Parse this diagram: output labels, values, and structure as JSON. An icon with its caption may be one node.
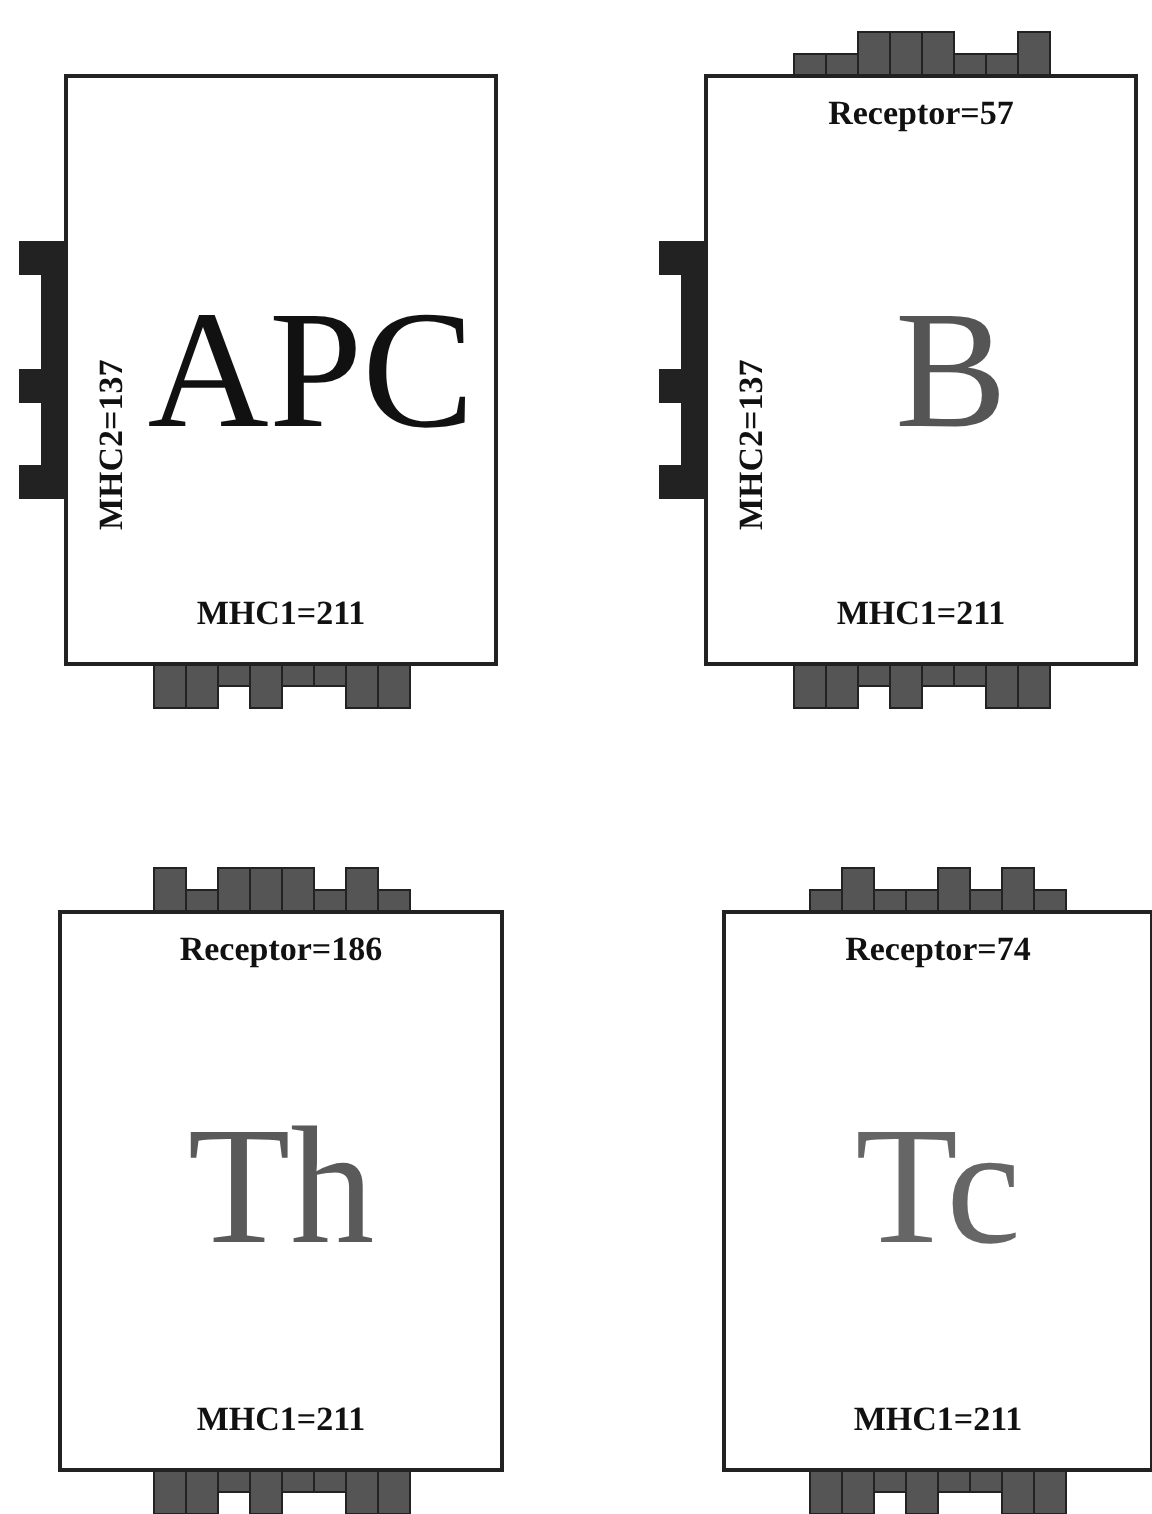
{
  "diagram": {
    "nodes": [
      {
        "text": [
          "APC",
          "MHC2=137",
          "MHC1=211"
        ]
      },
      {
        "text": [
          "Receptor=57",
          "MHC2=137",
          "B",
          "MHC1=211"
        ]
      },
      {
        "text": [
          "Receptor=186",
          "Th",
          "MHC1=211"
        ]
      },
      {
        "text": [
          "Receptor=74",
          "Tc",
          "MHC1=211"
        ]
      }
    ]
  }
}
